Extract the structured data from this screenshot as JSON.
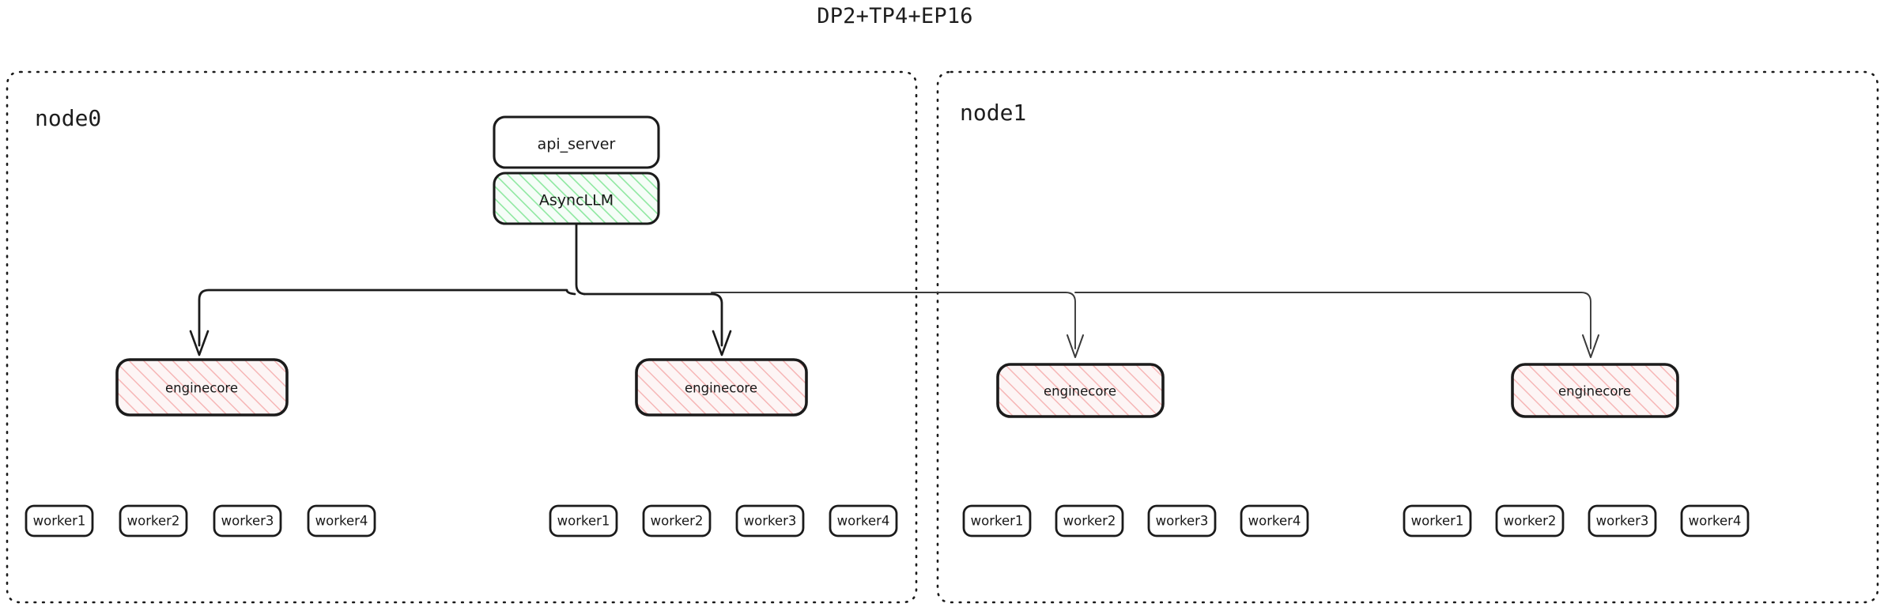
{
  "title": "DP2+TP4+EP16",
  "colors": {
    "stroke": "#1b1b1b",
    "green_hatch": "#8ee8a0",
    "green_fill": "#f4fdf6",
    "pink_hatch": "#f6b6b6",
    "pink_fill": "#fdf4f4",
    "white": "#ffffff",
    "background": "#ffffff"
  },
  "nodes": [
    {
      "id": "node0",
      "label": "node0",
      "api_server": {
        "label": "api_server"
      },
      "async_llm": {
        "label": "AsyncLLM"
      },
      "enginecores": [
        {
          "label": "enginecore"
        },
        {
          "label": "enginecore"
        }
      ],
      "worker_groups": [
        {
          "workers": [
            {
              "label": "worker1"
            },
            {
              "label": "worker2"
            },
            {
              "label": "worker3"
            },
            {
              "label": "worker4"
            }
          ]
        },
        {
          "workers": [
            {
              "label": "worker1"
            },
            {
              "label": "worker2"
            },
            {
              "label": "worker3"
            },
            {
              "label": "worker4"
            }
          ]
        }
      ]
    },
    {
      "id": "node1",
      "label": "node1",
      "enginecores": [
        {
          "label": "enginecore"
        },
        {
          "label": "enginecore"
        }
      ],
      "worker_groups": [
        {
          "workers": [
            {
              "label": "worker1"
            },
            {
              "label": "worker2"
            },
            {
              "label": "worker3"
            },
            {
              "label": "worker4"
            }
          ]
        },
        {
          "workers": [
            {
              "label": "worker1"
            },
            {
              "label": "worker2"
            },
            {
              "label": "worker3"
            },
            {
              "label": "worker4"
            }
          ]
        }
      ]
    }
  ]
}
